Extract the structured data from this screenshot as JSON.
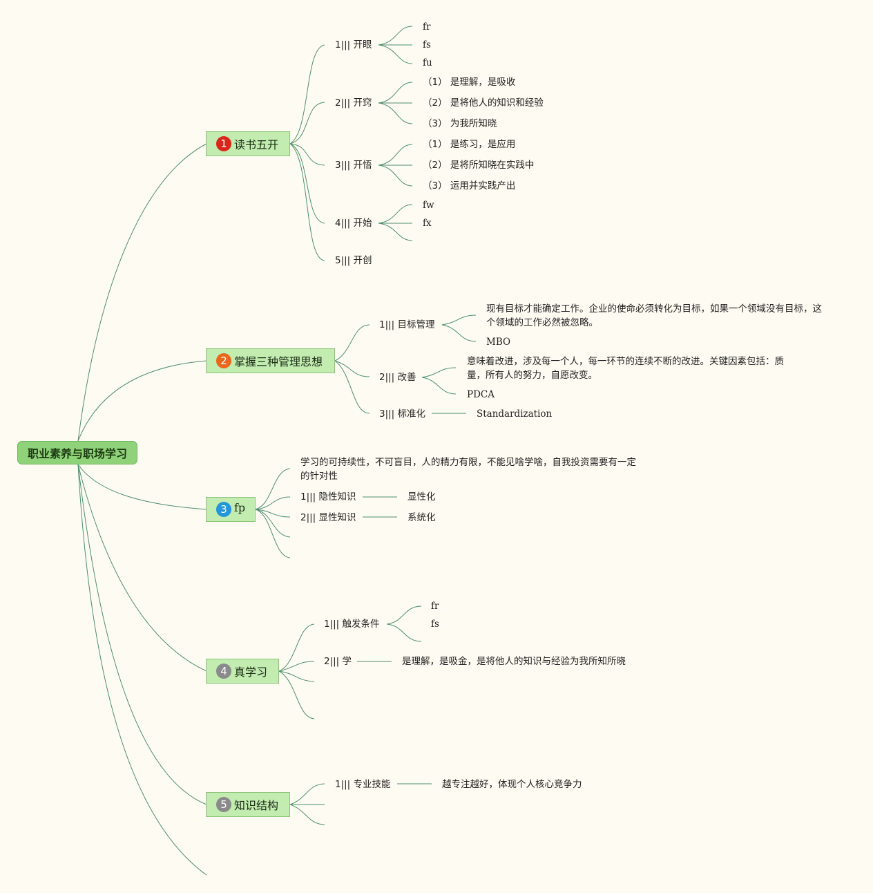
{
  "root": "职业素养与职场学习",
  "b1": {
    "num": "1",
    "label": "读书五开",
    "num_color": "#d9261c",
    "c1": "1||| 开眼",
    "c1a": "fr",
    "c1b": "fs",
    "c1c": "fu",
    "c2": "2||| 开窍",
    "c2a": "（1）  是理解，是吸收",
    "c2b": "（2）  是将他人的知识和经验",
    "c2c": "（3）  为我所知晓",
    "c3": "3||| 开悟",
    "c3a": "（1）  是练习，是应用",
    "c3b": "（2）  是将所知晓在实践中",
    "c3c": "（3）  运用并实践产出",
    "c4": "4||| 开始",
    "c4a": "fw",
    "c4b": "fx",
    "c5": "5||| 开创"
  },
  "b2": {
    "num": "2",
    "label": "掌握三种管理思想",
    "num_color": "#e8671c",
    "c1": "1||| 目标管理",
    "c1a": "现有目标才能确定工作。企业的使命必须转化为目标，如果一个领域没有目标，这个领域的工作必然被忽略。",
    "c1b": "MBO",
    "c2": "2||| 改善",
    "c2a": "意味着改进，涉及每一个人，每一环节的连续不断的改进。关键因素包括：质量，所有人的努力，自愿改变。",
    "c2b": "PDCA",
    "c3": "3||| 标准化",
    "c3a": "Standardization"
  },
  "b3": {
    "num": "3",
    "label": "fp",
    "num_color": "#2596d8",
    "c0": "学习的可持续性，不可盲目，人的精力有限，不能见啥学啥，自我投资需要有一定的针对性",
    "c1": "1||| 隐性知识",
    "c1a": "显性化",
    "c2": "2||| 显性知识",
    "c2a": "系统化"
  },
  "b4": {
    "num": "4",
    "label": "真学习",
    "num_color": "#8a8a8a",
    "c1": "1||| 触发条件",
    "c1a": "fr",
    "c1b": "fs",
    "c2": "2||| 学",
    "c2a": "是理解，是吸金，是将他人的知识与经验为我所知所晓"
  },
  "b5": {
    "num": "5",
    "label": "知识结构",
    "num_color": "#8a8a8a",
    "c1": "1||| 专业技能",
    "c1a": "越专注越好，体现个人核心竞争力"
  }
}
